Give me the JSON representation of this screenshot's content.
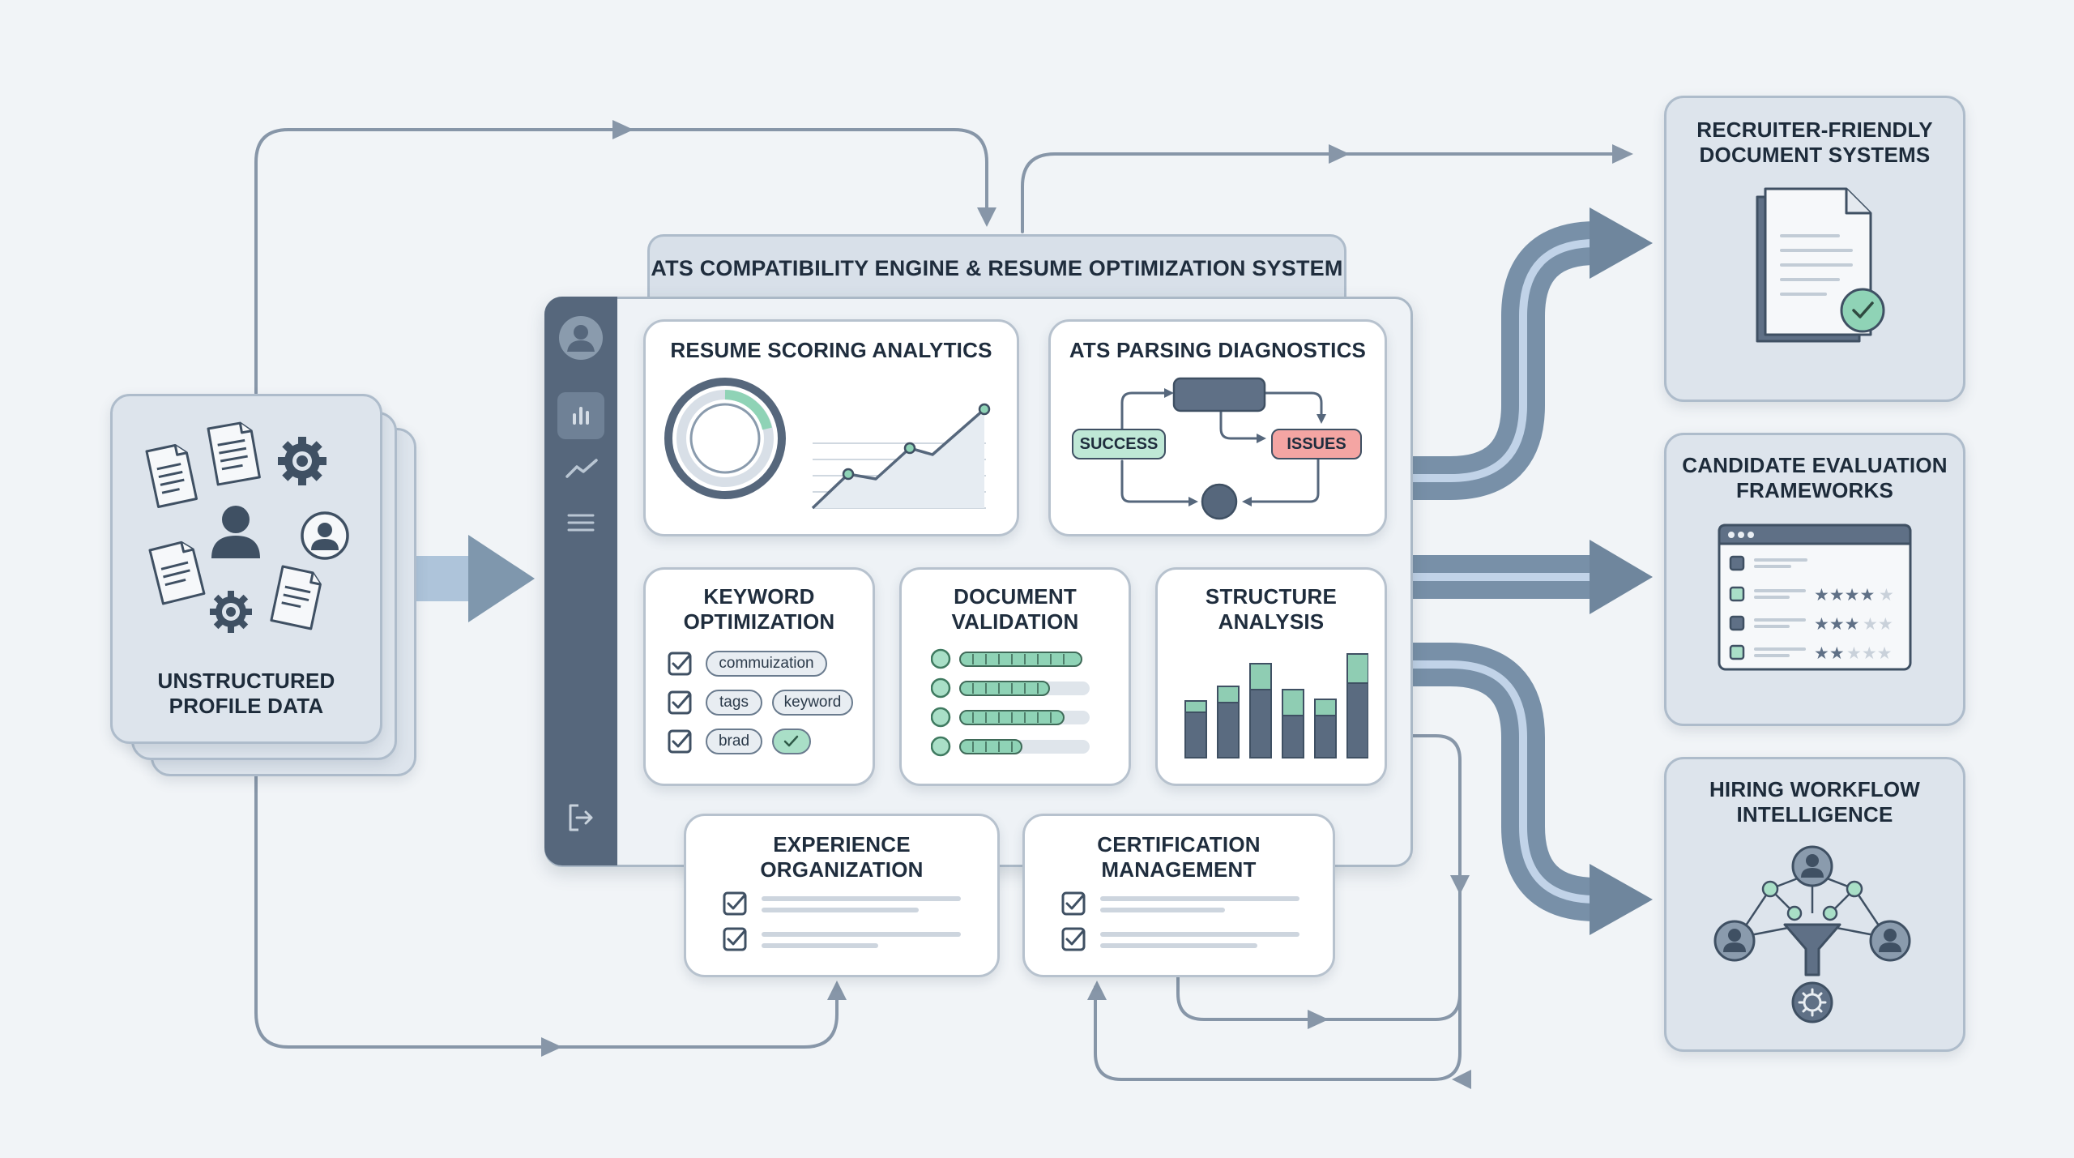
{
  "header": {
    "title": "ATS COMPATIBILITY ENGINE & RESUME OPTIMIZATION SYSTEM"
  },
  "input_panel": {
    "title": "UNSTRUCTURED\nPROFILE DATA"
  },
  "modules": {
    "resume_scoring": {
      "title": "RESUME SCORING ANALYTICS"
    },
    "ats_parsing": {
      "title": "ATS PARSING DIAGNOSTICS",
      "success_label": "SUCCESS",
      "issues_label": "ISSUES"
    },
    "keyword": {
      "title": "KEYWORD\nOPTIMIZATION",
      "tags": [
        "commuization",
        "tags",
        "keyword",
        "brad"
      ]
    },
    "document_validation": {
      "title": "DOCUMENT\nVALIDATION"
    },
    "structure": {
      "title": "STRUCTURE\nANALYSIS"
    },
    "experience": {
      "title": "EXPERIENCE\nORGANIZATION"
    },
    "certification": {
      "title": "CERTIFICATION\nMANAGEMENT"
    }
  },
  "outputs": [
    {
      "title": "RECRUITER-FRIENDLY\nDOCUMENT SYSTEMS",
      "icon": "document-check-icon"
    },
    {
      "title": "CANDIDATE EVALUATION\nFRAMEWORKS",
      "icon": "rating-list-icon"
    },
    {
      "title": "HIRING WORKFLOW\nINTELLIGENCE",
      "icon": "network-funnel-icon"
    }
  ],
  "sidebar_icons": [
    "avatar-icon",
    "bar-chart-icon",
    "trend-icon",
    "menu-icon",
    "logout-icon"
  ],
  "colors": {
    "accent_green": "#8fd3b6",
    "accent_red": "#f08c8c",
    "slate": "#56677c",
    "bar_green": "#8fcdb3"
  }
}
